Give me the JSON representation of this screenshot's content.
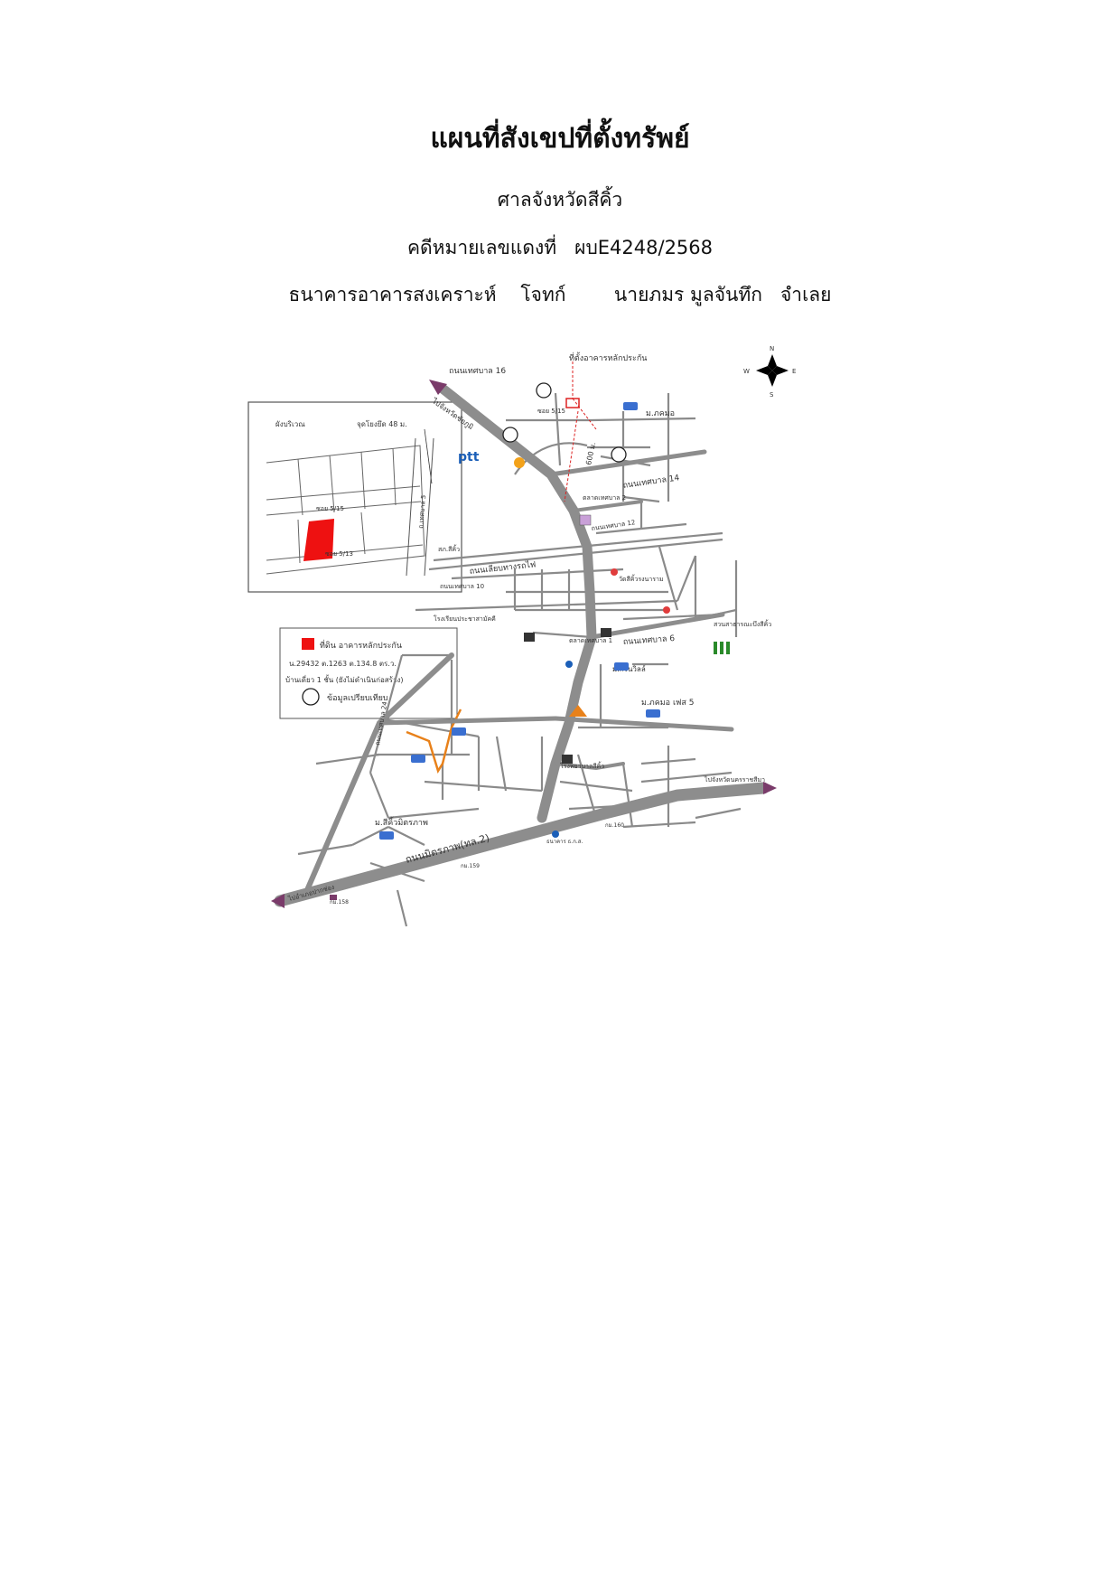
{
  "header": {
    "title": "แผนที่สังเขปที่ตั้งทรัพย์",
    "court": "ศาลจังหวัดสีคิ้ว",
    "case_label": "คดีหมายเลขแดงที่",
    "case_number": "ผบE4248/2568",
    "plaintiff": "ธนาคารอาคารสงเคราะห์",
    "plaintiff_role": "โจทก์",
    "defendant": "นายภมร มูลจันทึก",
    "defendant_role": "จำเลย"
  },
  "map": {
    "compass": {
      "n": "N",
      "s": "S",
      "e": "E",
      "w": "W"
    },
    "inset": {
      "scale": "ผังบริเวณ",
      "control_point": "จุดโยงยึด 48 ม.",
      "soi_upper": "ซอย 5/15",
      "soi_lower": "ซอย 5/13",
      "road_side": "ถ.เทศบาล 5"
    },
    "legend": {
      "asset": "ที่ดิน อาคารหลักประกัน",
      "deed": "น.29432 ต.1263 ต.134.8 ตร.ว.",
      "house": "บ้านเดี่ยว 1 ชั้น (ยังไม่ดำเนินก่อสร้าง)",
      "compare": "ข้อมูลเปรียบเทียบ"
    },
    "labels": {
      "asset_location": "ที่ตั้งอาคารหลักประกัน",
      "road_16": "ถนนเทศบาล 16",
      "to_chaiyaphum": "ไปจังหวัดชัยภูมิ",
      "ptt": "ptt",
      "soi": "ซอย 5/15",
      "village_khamo": "ม.ภคมอ",
      "road_14": "ถนนเทศบาล 14",
      "market_2": "ตลาดเทศบาล 2",
      "road_12": "ถนนเทศบาล 12",
      "police": "สภ.สีคิ้ว",
      "railway_road": "ถนนเลียบทางรถไฟ",
      "road_10": "ถนนเทศบาล 10",
      "wat": "วัดสีคิ้วรงนาราม",
      "school": "โรงเรียนประชาสามัคคี",
      "market_1": "ตลาดเทศบาล 1",
      "road_6": "ถนนเทศบาล 6",
      "park": "สวนสาธารณะบึงสีคิ้ว",
      "village_green": "ม.กรีนวิลล์",
      "village_khamo5": "ม.ภคมอ เฟส 5",
      "road_24": "ถนนเทศบาล 24",
      "village_siam": "ม.สีคิ้วมิตรภาพ",
      "hospital": "โรงพยาบาลสีคิ้ว",
      "mittraphap": "ถนนมิตรภาพ(ทล.2)",
      "to_korat": "ไปจังหวัดนครราชสีมา",
      "to_khonkaen": "ไปอำเภอปากช่อง",
      "km_158": "กม.158",
      "km_159": "กม.159",
      "km_160": "กม.160",
      "bank": "ธนาคาร ธ.ก.ส.",
      "dist_marker": "600 ม."
    }
  }
}
